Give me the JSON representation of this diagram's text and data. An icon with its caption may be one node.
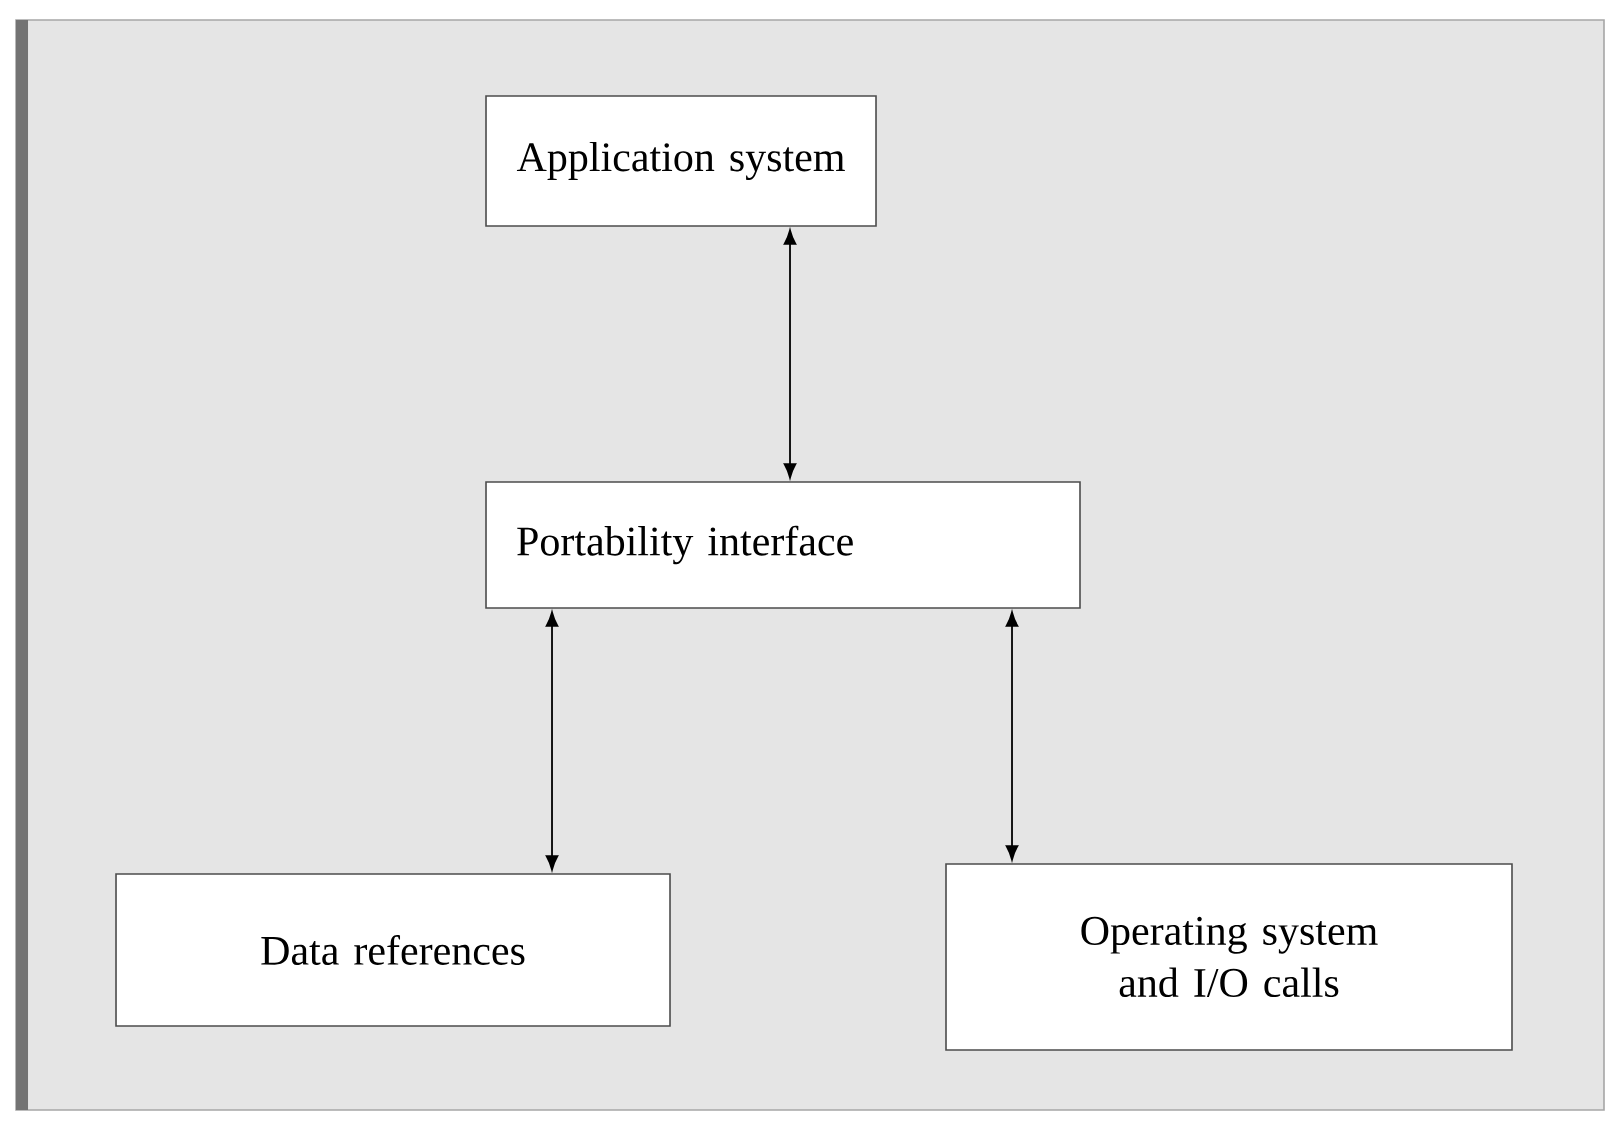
{
  "diagram": {
    "nodes": [
      {
        "text": [
          "Application system"
        ]
      },
      {
        "text": [
          "Portability interface"
        ]
      },
      {
        "text": [
          "Data references"
        ]
      },
      {
        "text": [
          "Operating system and I/O calls"
        ]
      }
    ],
    "edges": [
      {
        "from": 0,
        "to": 1,
        "arrow": "both"
      },
      {
        "from": 1,
        "to": 2,
        "arrow": "both"
      },
      {
        "from": 1,
        "to": 3,
        "arrow": "both"
      }
    ]
  }
}
